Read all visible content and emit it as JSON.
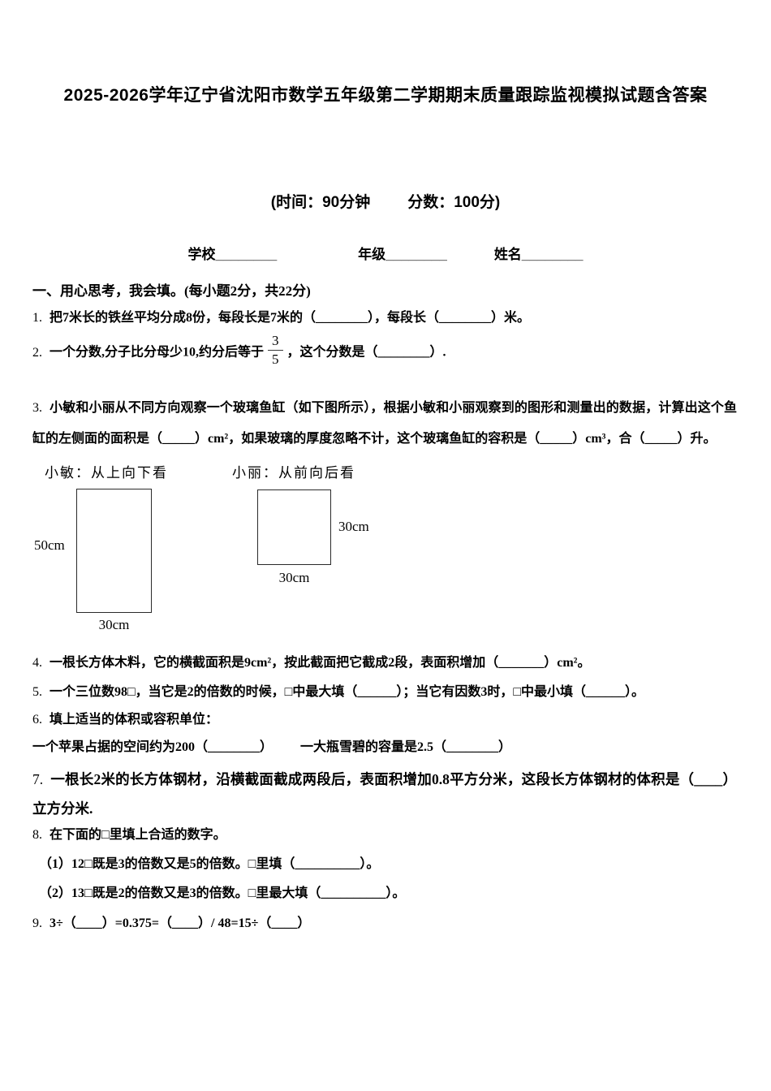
{
  "header": {
    "title": "2025-2026学年辽宁省沈阳市数学五年级第二学期期末质量跟踪监视模拟试题含答案",
    "time_label": "(时间：90分钟",
    "score_label": "分数：100分)",
    "school_field": "学校________",
    "grade_field": "年级________",
    "name_field": "姓名________"
  },
  "section1": {
    "heading": "一、用心思考，我会填。(每小题2分，共22分)"
  },
  "questions": {
    "q1": {
      "num": "1.",
      "text": "把7米长的铁丝平均分成8份，每段长是7米的（________），每段长（________）米。"
    },
    "q2": {
      "num": "2.",
      "pre": "一个分数,分子比分母少10,约分后等于",
      "frac_numerator": "3",
      "frac_denominator": "5",
      "post": "，这个分数是（________）."
    },
    "q3": {
      "num": "3.",
      "text": "小敏和小丽从不同方向观察一个玻璃鱼缸（如下图所示），根据小敏和小丽观察到的图形和测量出的数据，计算出这个鱼缸的左侧面的面积是（_____）cm²，如果玻璃的厚度忽略不计，这个玻璃鱼缸的容积是（_____）cm³，合（_____）升。"
    },
    "q4": {
      "num": "4.",
      "text": "一根长方体木料，它的横截面积是9cm²，按此截面把它截成2段，表面积增加（_______）cm²。"
    },
    "q5": {
      "num": "5.",
      "text": "一个三位数98□，当它是2的倍数的时候，□中最大填（______）；当它有因数3时，□中最小填（______）。"
    },
    "q6": {
      "num": "6.",
      "text": "填上适当的体积或容积单位："
    },
    "q6_line2": {
      "part1": "一个苹果占据的空间约为200（________）",
      "part2": "一大瓶雪碧的容量是2.5（________）"
    },
    "q7": {
      "num": "7.",
      "text": "一根长2米的长方体钢材，沿横截面截成两段后，表面积增加0.8平方分米，这段长方体钢材的体积是（____）立方分米."
    },
    "q8": {
      "num": "8.",
      "text": "在下面的□里填上合适的数字。"
    },
    "q8_sub1": "（1）12□既是3的倍数又是5的倍数。□里填（__________）。",
    "q8_sub2": "（2）13□既是2的倍数又是3的倍数。□里最大填（__________）。",
    "q9": {
      "num": "9.",
      "text": "3÷（____）=0.375=（____）/ 48=15÷（____）"
    }
  },
  "figure": {
    "left_caption": "小敏：从上向下看",
    "left_height_label": "50cm",
    "left_width_label": "30cm",
    "right_caption": "小丽：从前向后看",
    "right_height_label": "30cm",
    "right_width_label": "30cm"
  }
}
